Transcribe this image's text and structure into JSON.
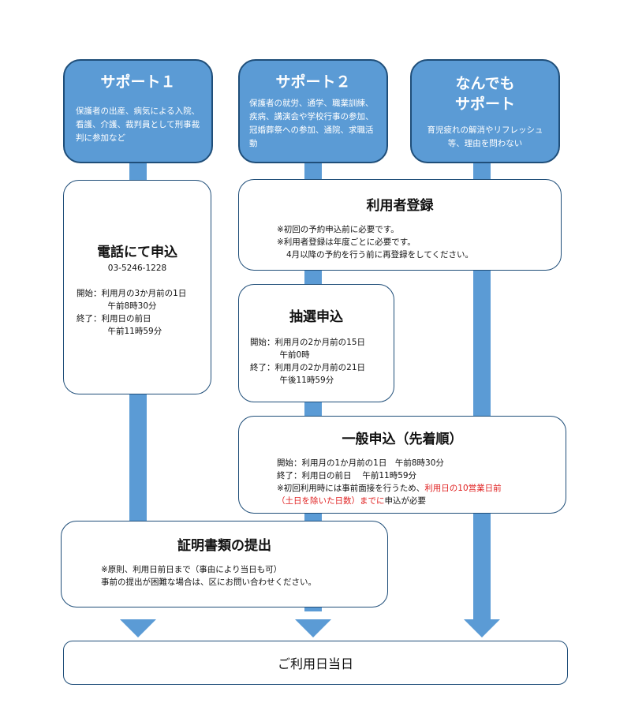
{
  "support1": {
    "title": "サポート１",
    "desc": "保護者の出産、病気による入院、看護、介護、裁判員として刑事裁判に参加など"
  },
  "support2": {
    "title": "サポート２",
    "desc": "保護者の就労、通学、職業訓練、疾病、講演会や学校行事の参加、冠婚葬祭への参加、通院、求職活動"
  },
  "support_any": {
    "title_line1": "なんでも",
    "title_line2": "サポート",
    "desc": "育児疲れの解消やリフレッシュ等、理由を問わない"
  },
  "phone": {
    "title": "電話にて申込",
    "number": "03-5246-1228",
    "start_label": "開始：",
    "start_line1": "利用月の3か月前の1日",
    "start_line2": "午前8時30分",
    "end_label": "終了：",
    "end_line1": "利用日の前日",
    "end_line2": "午前11時59分"
  },
  "registration": {
    "title": "利用者登録",
    "note1": "※初回の予約申込前に必要です。",
    "note2": "※利用者登録は年度ごとに必要です。",
    "note3": "4月以降の予約を行う前に再登録をしてください。"
  },
  "lottery": {
    "title": "抽選申込",
    "start_label": "開始：",
    "start_line1": "利用月の2か月前の15日",
    "start_line2": "午前0時",
    "end_label": "終了：",
    "end_line1": "利用月の2か月前の21日",
    "end_line2": "午後11時59分"
  },
  "general": {
    "title": "一般申込（先着順）",
    "start": "開始：利用月の1か月前の1日　午前8時30分",
    "end": "終了：利用日の前日　 午前11時59分",
    "note_a": "※初回利用時には事前面接を行うため、",
    "note_red1": "利用日の10営業日前",
    "note_red2": "（土日を除いた日数）までに",
    "note_b": "申込が必要"
  },
  "certificate": {
    "title": "証明書類の提出",
    "note1": "※原則、利用日前日まで（事由により当日も可）",
    "note2": "事前の提出が困難な場合は、区にお問い合わせください。"
  },
  "final": {
    "title": "ご利用日当日"
  },
  "colors": {
    "accent": "#5b9bd5",
    "border": "#1f4e79",
    "highlight": "#e02020"
  }
}
